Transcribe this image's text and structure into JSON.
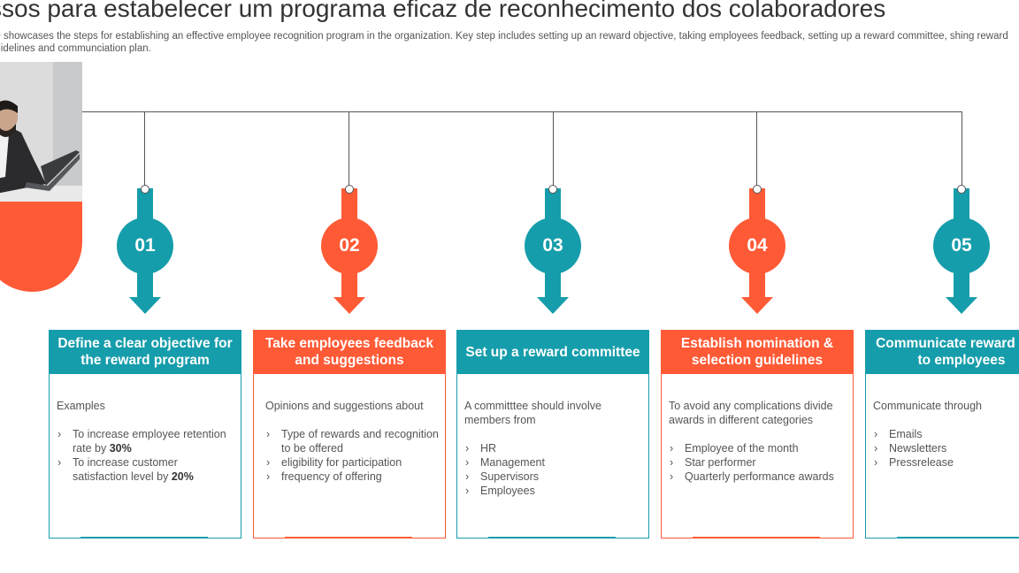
{
  "header": {
    "title": "ssos para estabelecer um programa eficaz de reconhecimento dos colaboradores",
    "subtitle": "de showcases the steps for establishing an effective employee recognition program in the organization. Key step includes setting up an reward objective, taking employees feedback, setting up a reward committee, shing reward guidelines and communciation plan."
  },
  "colors": {
    "teal": "#169dab",
    "orange": "#ff5a36"
  },
  "steps": [
    {
      "number": "01",
      "title": "Define a clear objective for the reward program",
      "intro": "Examples",
      "items": [
        {
          "text": "To increase employee retention rate by ",
          "bold": "30%"
        },
        {
          "text": "To increase customer satisfaction level by ",
          "bold": "20%"
        }
      ]
    },
    {
      "number": "02",
      "title": "Take employees feedback and suggestions",
      "intro": "Opinions and suggestions about",
      "items": [
        {
          "text": "Type of rewards and recognition to be offered"
        },
        {
          "text": "eligibility for participation"
        },
        {
          "text": "frequency of offering"
        }
      ]
    },
    {
      "number": "03",
      "title": "Set up a reward committee",
      "intro": "A committtee should involve members from",
      "items": [
        {
          "text": "HR"
        },
        {
          "text": "Management"
        },
        {
          "text": "Supervisors"
        },
        {
          "text": "Employees"
        }
      ]
    },
    {
      "number": "04",
      "title": "Establish nomination & selection guidelines",
      "intro": "To avoid any complications divide awards in different categories",
      "items": [
        {
          "text": "Employee of the month"
        },
        {
          "text": "Star performer"
        },
        {
          "text": "Quarterly performance awards"
        }
      ]
    },
    {
      "number": "05",
      "title": "Communicate reward plan to employees",
      "intro": "Communicate through",
      "items": [
        {
          "text": "Emails"
        },
        {
          "text": "Newsletters"
        },
        {
          "text": "Pressrelease"
        }
      ]
    }
  ]
}
